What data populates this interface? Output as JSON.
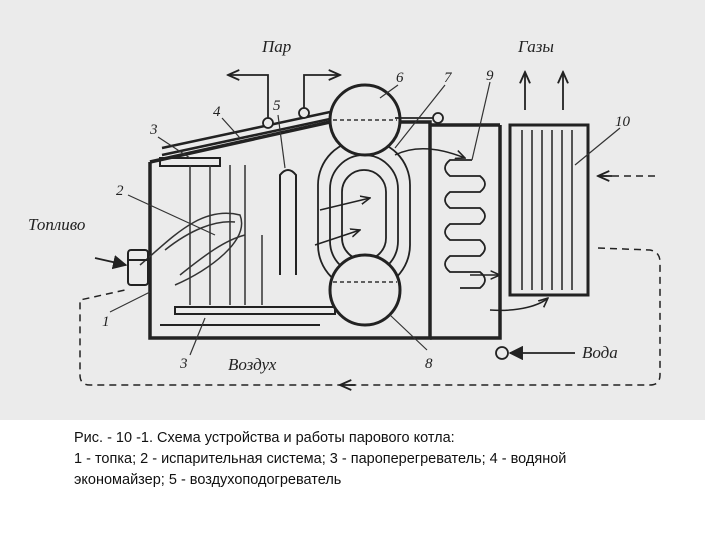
{
  "labels": {
    "steam": "Пар",
    "gases": "Газы",
    "fuel": "Топливо",
    "air": "Воздух",
    "water": "Вода"
  },
  "numbers": [
    "1",
    "2",
    "3",
    "4",
    "5",
    "6",
    "7",
    "8",
    "9",
    "10",
    "3"
  ],
  "caption": {
    "line1": "Рис. - 10 -1.  Схема устройства и работы парового котла:",
    "line2": "1 - топка; 2 - испарительная система; 3 - пароперегреватель; 4 - водяной",
    "line3": "экономайзер; 5 - воздухоподогреватель"
  }
}
